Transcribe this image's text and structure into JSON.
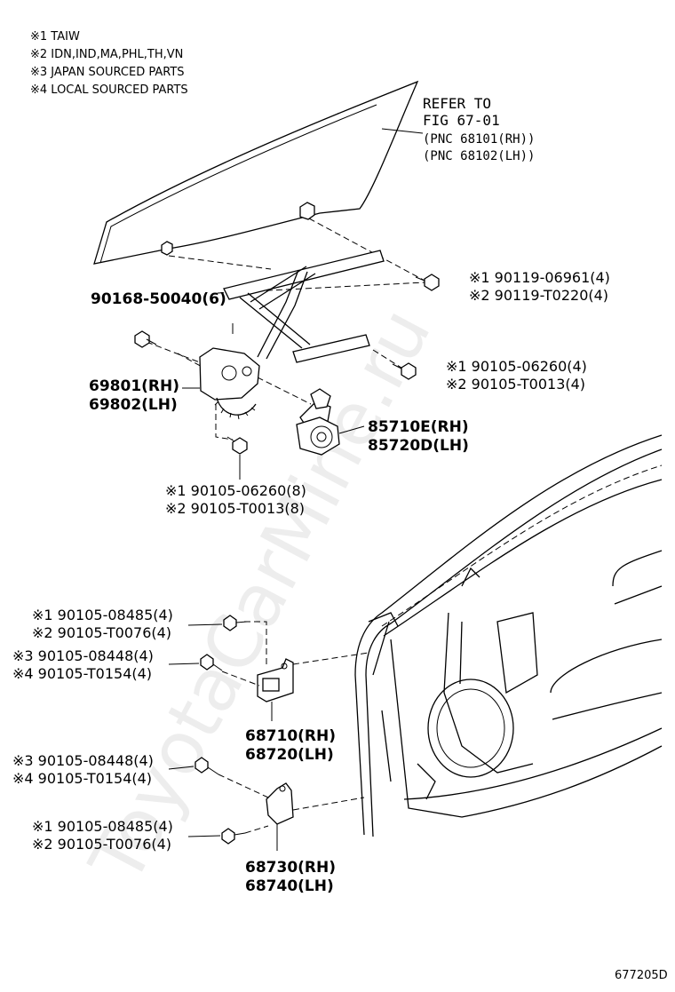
{
  "notes": [
    "※1 TAIW",
    "※2 IDN,IND,MA,PHL,TH,VN",
    "※3 JAPAN SOURCED PARTS",
    "※4 LOCAL SOURCED PARTS"
  ],
  "refer": {
    "line1": "REFER TO",
    "line2": "FIG 67-01",
    "line3": "(PNC 68101(RH))",
    "line4": "(PNC 68102(LH))"
  },
  "parts": {
    "bolt_regulator_top": "90168-50040(6)",
    "glass_bolt_1": "※1 90119-06961(4)",
    "glass_bolt_2": "※2 90119-T0220(4)",
    "rail_bolt_1": "※1 90105-06260(4)",
    "rail_bolt_2": "※2 90105-T0013(4)",
    "regulator_rh": "69801(RH)",
    "regulator_lh": "69802(LH)",
    "motor_rh": "85710E(RH)",
    "motor_lh": "85720D(LH)",
    "regulator_bolt_1": "※1 90105-06260(8)",
    "regulator_bolt_2": "※2 90105-T0013(8)",
    "upper_hinge_bolt_1": "※1 90105-08485(4)",
    "upper_hinge_bolt_2": "※2 90105-T0076(4)",
    "upper_hinge_bolt_3": "※3 90105-08448(4)",
    "upper_hinge_bolt_4": "※4 90105-T0154(4)",
    "upper_hinge_rh": "68710(RH)",
    "upper_hinge_lh": "68720(LH)",
    "lower_hinge_bolt_3": "※3 90105-08448(4)",
    "lower_hinge_bolt_4": "※4 90105-T0154(4)",
    "lower_hinge_bolt_1": "※1 90105-08485(4)",
    "lower_hinge_bolt_2": "※2 90105-T0076(4)",
    "lower_hinge_rh": "68730(RH)",
    "lower_hinge_lh": "68740(LH)"
  },
  "watermark": "ToyotaCarMine.ru",
  "figure_id": "677205D"
}
